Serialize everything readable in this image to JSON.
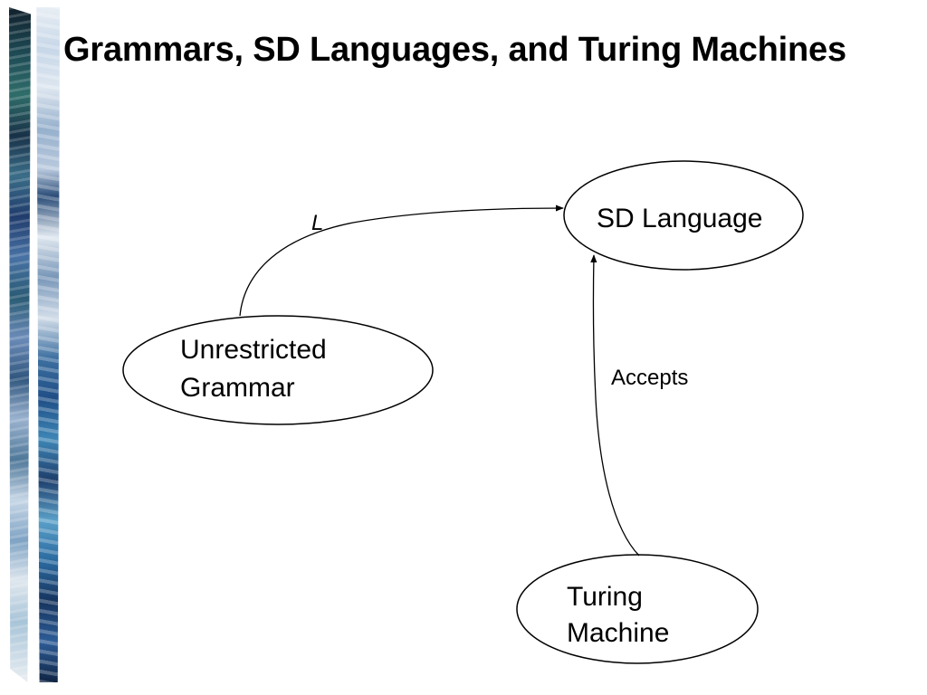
{
  "slide": {
    "title": "Grammars, SD Languages, and Turing Machines"
  },
  "diagram": {
    "nodes": {
      "sd_language": {
        "lines": [
          "SD Language"
        ]
      },
      "grammar": {
        "lines": [
          "Unrestricted",
          "Grammar"
        ]
      },
      "turing_machine": {
        "lines": [
          "Turing",
          "Machine"
        ]
      }
    },
    "edges": {
      "grammar_to_language": {
        "label": "L",
        "label_style": "italic"
      },
      "machine_to_language": {
        "label": "Accepts"
      }
    }
  },
  "colors": {
    "background": "#ffffff",
    "stroke": "#000000",
    "text": "#000000"
  },
  "decoration": {
    "left_strips": "painted-texture-strips"
  }
}
